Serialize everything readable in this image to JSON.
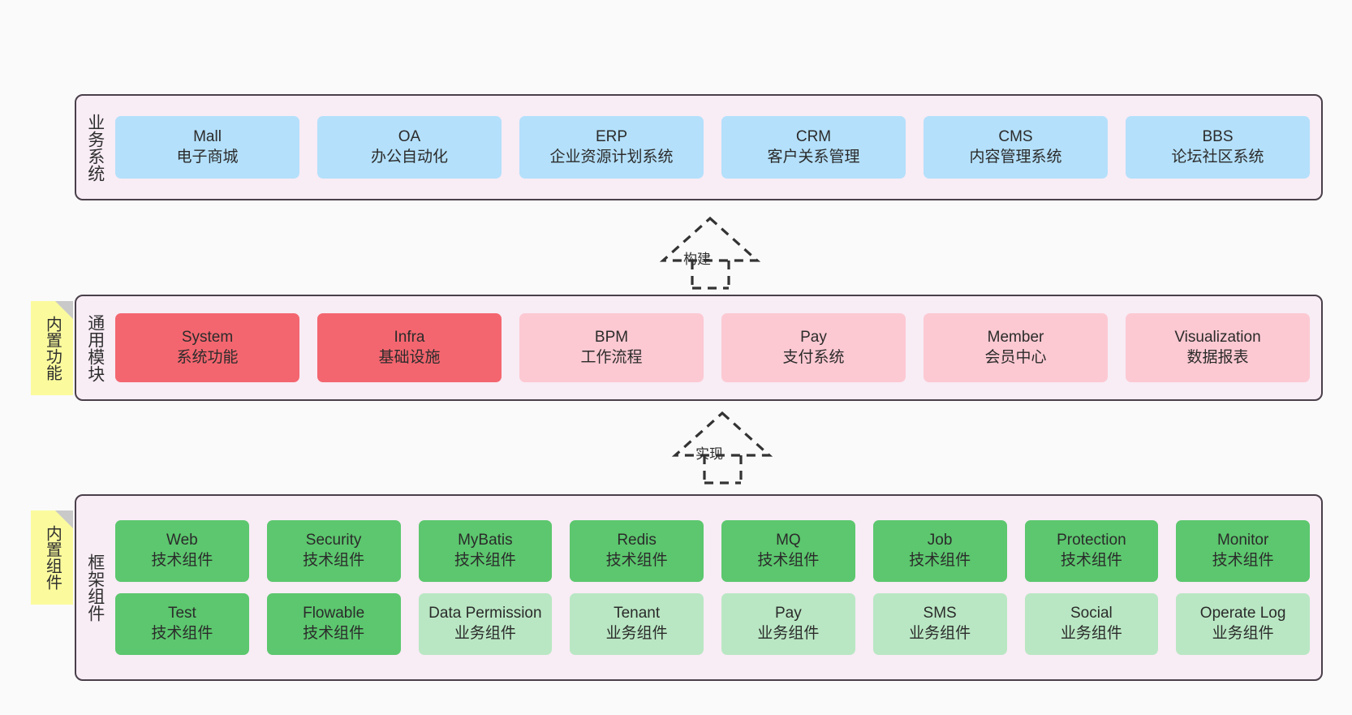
{
  "diagram": {
    "background": "#fafafa",
    "layer_bg": "#f8ecf5",
    "layer_border": "#4a404a",
    "note_bg": "#fbfb9e",
    "note_fold": "#c9c9c9",
    "colors": {
      "business": "#b4e0fb",
      "module_primary": "#f4666f",
      "module_secondary": "#fcc9d2",
      "component_tech": "#5cc76e",
      "component_biz": "#b9e7c3"
    }
  },
  "layers": [
    {
      "id": "business-systems",
      "title": "业务系统",
      "rows": [
        {
          "nodes": [
            {
              "name": "Mall",
              "sub": "电子商城",
              "color": "c-blue"
            },
            {
              "name": "OA",
              "sub": "办公自动化",
              "color": "c-blue"
            },
            {
              "name": "ERP",
              "sub": "企业资源计划系统",
              "color": "c-blue"
            },
            {
              "name": "CRM",
              "sub": "客户关系管理",
              "color": "c-blue"
            },
            {
              "name": "CMS",
              "sub": "内容管理系统",
              "color": "c-blue"
            },
            {
              "name": "BBS",
              "sub": "论坛社区系统",
              "color": "c-blue"
            }
          ]
        }
      ]
    },
    {
      "id": "common-modules",
      "title": "通用模块",
      "note": "内置功能",
      "rows": [
        {
          "nodes": [
            {
              "name": "System",
              "sub": "系统功能",
              "color": "c-red"
            },
            {
              "name": "Infra",
              "sub": "基础设施",
              "color": "c-red"
            },
            {
              "name": "BPM",
              "sub": "工作流程",
              "color": "c-pink"
            },
            {
              "name": "Pay",
              "sub": "支付系统",
              "color": "c-pink"
            },
            {
              "name": "Member",
              "sub": "会员中心",
              "color": "c-pink"
            },
            {
              "name": "Visualization",
              "sub": "数据报表",
              "color": "c-pink"
            }
          ]
        }
      ]
    },
    {
      "id": "framework-components",
      "title": "框架组件",
      "note": "内置组件",
      "rows": [
        {
          "nodes": [
            {
              "name": "Web",
              "sub": "技术组件",
              "color": "c-green"
            },
            {
              "name": "Security",
              "sub": "技术组件",
              "color": "c-green"
            },
            {
              "name": "MyBatis",
              "sub": "技术组件",
              "color": "c-green"
            },
            {
              "name": "Redis",
              "sub": "技术组件",
              "color": "c-green"
            },
            {
              "name": "MQ",
              "sub": "技术组件",
              "color": "c-green"
            },
            {
              "name": "Job",
              "sub": "技术组件",
              "color": "c-green"
            },
            {
              "name": "Protection",
              "sub": "技术组件",
              "color": "c-green"
            },
            {
              "name": "Monitor",
              "sub": "技术组件",
              "color": "c-green"
            }
          ]
        },
        {
          "nodes": [
            {
              "name": "Test",
              "sub": "技术组件",
              "color": "c-green"
            },
            {
              "name": "Flowable",
              "sub": "技术组件",
              "color": "c-green"
            },
            {
              "name": "Data Permission",
              "sub": "业务组件",
              "color": "c-greenlight"
            },
            {
              "name": "Tenant",
              "sub": "业务组件",
              "color": "c-greenlight"
            },
            {
              "name": "Pay",
              "sub": "业务组件",
              "color": "c-greenlight"
            },
            {
              "name": "SMS",
              "sub": "业务组件",
              "color": "c-greenlight"
            },
            {
              "name": "Social",
              "sub": "业务组件",
              "color": "c-greenlight"
            },
            {
              "name": "Operate Log",
              "sub": "业务组件",
              "color": "c-greenlight"
            }
          ]
        }
      ]
    }
  ],
  "connectors": [
    {
      "id": "build",
      "label": "构建"
    },
    {
      "id": "implement",
      "label": "实现"
    }
  ]
}
